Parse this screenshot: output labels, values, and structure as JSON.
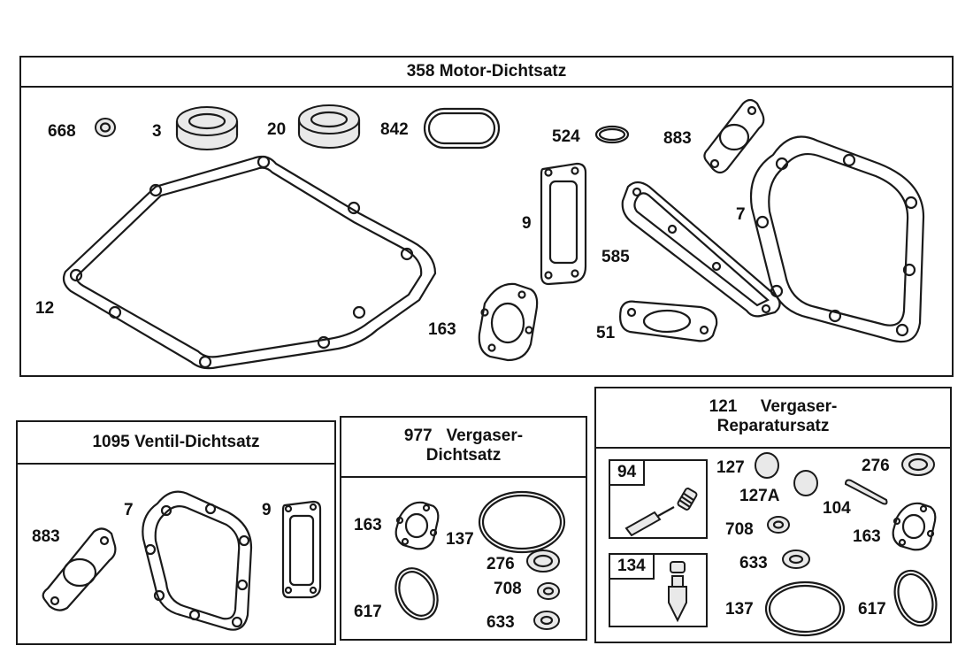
{
  "motor_kit": {
    "title": "358 Motor-Dichtsatz",
    "parts": [
      "668",
      "3",
      "20",
      "842",
      "524",
      "883",
      "9",
      "7",
      "585",
      "12",
      "163",
      "51"
    ]
  },
  "valve_kit": {
    "title": "1095  Ventil-Dichtsatz",
    "parts": [
      "883",
      "7",
      "9"
    ]
  },
  "carb_gasket_kit": {
    "title_line1": "977   Vergaser-",
    "title_line2": "Dichtsatz",
    "parts": [
      "163",
      "137",
      "276",
      "617",
      "708",
      "633"
    ]
  },
  "carb_repair_kit": {
    "title_line1": "121     Vergaser-",
    "title_line2": "Reparatursatz",
    "sub_kits": [
      "94",
      "134"
    ],
    "parts": [
      "127",
      "127A",
      "276",
      "104",
      "708",
      "163",
      "633",
      "137",
      "617"
    ]
  }
}
